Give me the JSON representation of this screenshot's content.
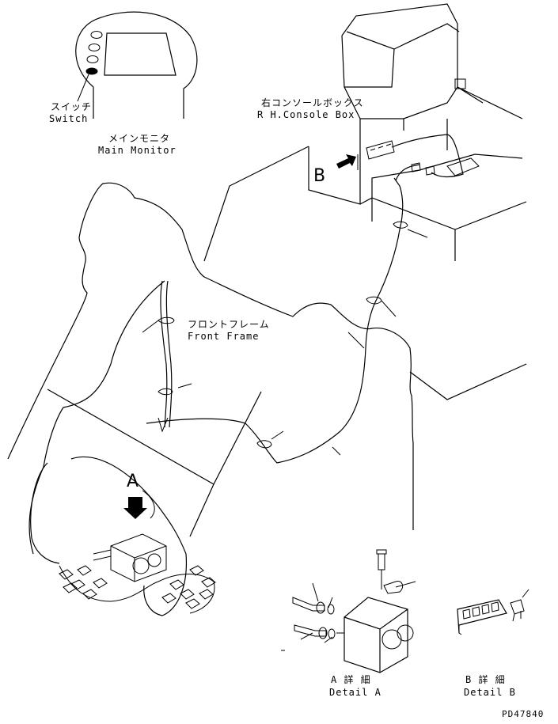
{
  "labels": {
    "switch_jp": "スイッチ",
    "switch_en": "Switch",
    "monitor_jp": "メインモニタ",
    "monitor_en": "Main Monitor",
    "console_jp": "右コンソールボックス",
    "console_en": "R H.Console Box",
    "frame_jp": "フロントフレーム",
    "frame_en": "Front Frame",
    "callout_a": "A",
    "callout_b": "B",
    "detail_a_jp": "A 詳 細",
    "detail_a_en": "Detail A",
    "detail_b_jp": "B 詳 細",
    "detail_b_en": "Detail B",
    "drawing_no": "PD47840"
  }
}
